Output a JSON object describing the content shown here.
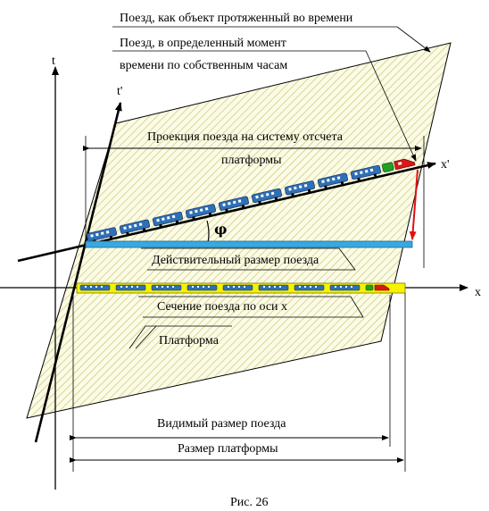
{
  "labels": {
    "train_in_time": "Поезд, как объект протяженный во времени",
    "train_moment_line1": "Поезд, в определенный момент",
    "train_moment_line2": "времени по собственным часам",
    "projection_line1": "Проекция поезда на систему отсчета",
    "projection_line2": "платформы",
    "real_size": "Действительный размер поезда",
    "section": "Сечение поезда по оси х",
    "platform": "Платформа",
    "visible_size": "Видимый размер поезда",
    "platform_size": "Размер платформы",
    "caption": "Рис. 26"
  },
  "axes": {
    "t": "t",
    "t_prime": "t'",
    "x": "x",
    "x_prime": "x'",
    "phi": "φ"
  },
  "colors": {
    "hatch": "#c8c87a",
    "hatch_bg": "#fbfbe6",
    "train_blue": "#2f6fb6",
    "rail_blue": "#3aa8e0",
    "section_yellow": "#f7f300",
    "loco_red": "#d81818",
    "loco_green": "#22a022",
    "arrow_red": "#e01010"
  }
}
